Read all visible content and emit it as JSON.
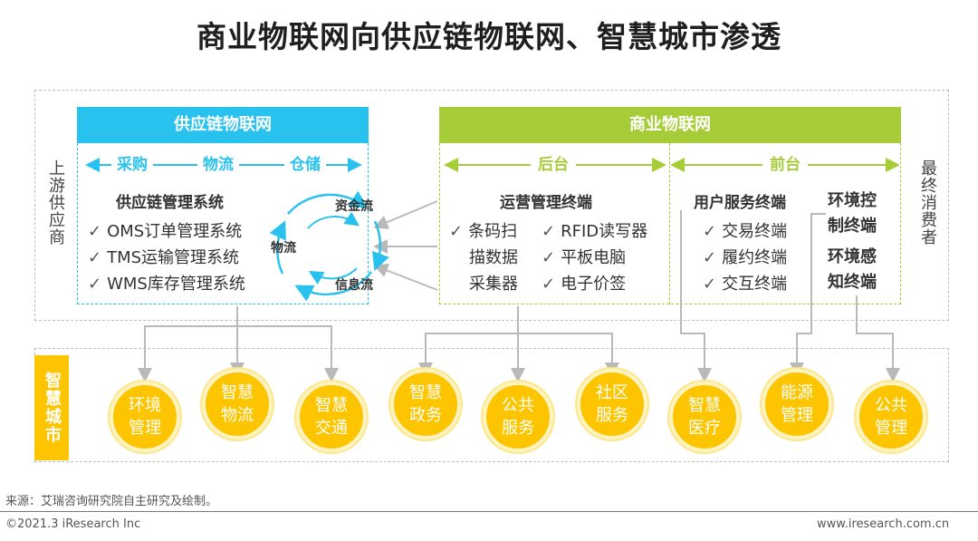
{
  "title": "商业物联网向供应链物联网、智慧城市渗透",
  "side_left": "上游供应商",
  "side_right": "最终消费者",
  "supply_chain": {
    "header": "供应链物联网",
    "stages": [
      "采购",
      "物流",
      "仓储"
    ],
    "subtitle": "供应链管理系统",
    "items": [
      "OMS订单管理系统",
      "TMS运输管理系统",
      "WMS库存管理系统"
    ],
    "flows": [
      "资金流",
      "物流",
      "信息流"
    ]
  },
  "commercial": {
    "header": "商业物联网",
    "back": {
      "label": "后台",
      "subtitle": "运营管理终端",
      "items_col1": [
        "条码扫",
        "描数据",
        "采集器"
      ],
      "items_col2": [
        "RFID读写器",
        "平板电脑",
        "电子价签"
      ]
    },
    "front": {
      "label": "前台",
      "subtitle": "用户服务终端",
      "items": [
        "交易终端",
        "履约终端",
        "交互终端"
      ],
      "env_control": [
        "环境控",
        "制终端"
      ],
      "env_sense": [
        "环境感",
        "知终端"
      ]
    }
  },
  "smart_city": {
    "label": "智慧城市",
    "items": [
      [
        "环境",
        "管理"
      ],
      [
        "智慧",
        "物流"
      ],
      [
        "智慧",
        "交通"
      ],
      [
        "智慧",
        "政务"
      ],
      [
        "公共",
        "服务"
      ],
      [
        "社区",
        "服务"
      ],
      [
        "智慧",
        "医疗"
      ],
      [
        "能源",
        "管理"
      ],
      [
        "公共",
        "管理"
      ]
    ]
  },
  "checkmark": "✓",
  "footer": {
    "source": "来源：艾瑞咨询研究院自主研究及绘制。",
    "copyright": "©2021.3 iResearch Inc",
    "website": "www.iresearch.com.cn"
  },
  "colors": {
    "supply_blue": "#29c2ef",
    "commercial_green": "#a6cd38",
    "city_yellow": "#fcc500"
  }
}
